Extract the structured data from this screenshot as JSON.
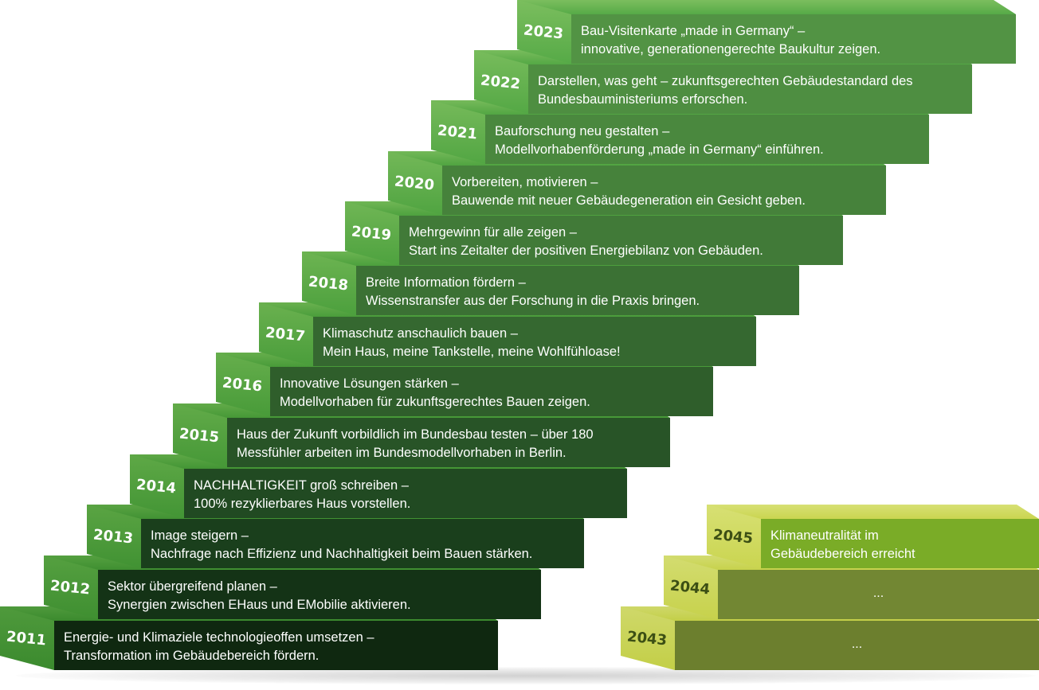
{
  "steps": [
    {
      "year": "2011",
      "line1": "Energie- und Klimaziele technologieoffen umsetzen –",
      "line2": "Transformation im Gebäudebereich fördern.",
      "colors": {
        "front": "#0f2810",
        "top": "#4f9a3c",
        "cap": "#3b8a2e"
      }
    },
    {
      "year": "2012",
      "line1": "Sektor übergreifend planen –",
      "line2": "Synergien zwischen EHaus und EMobilie aktivieren.",
      "colors": {
        "front": "#143316",
        "top": "#55a040",
        "cap": "#3f8f31"
      }
    },
    {
      "year": "2013",
      "line1": "Image steigern –",
      "line2": "Nachfrage nach Effizienz und Nachhaltigkeit beim Bauen stärken.",
      "colors": {
        "front": "#1a3f1c",
        "top": "#5aa443",
        "cap": "#419233"
      }
    },
    {
      "year": "2014",
      "line1": "NACHHALTIGKEIT groß schreiben –",
      "line2": "100% rezyklierbares Haus vorstellen.",
      "colors": {
        "front": "#214a22",
        "top": "#5ea846",
        "cap": "#439535"
      }
    },
    {
      "year": "2015",
      "line1": "Haus der Zukunft vorbildlich im Bundesbau testen – über 180",
      "line2": "Messfühler arbeiten im Bundesmodellvorhaben in Berlin.",
      "colors": {
        "front": "#285427",
        "top": "#62ab49",
        "cap": "#469837"
      }
    },
    {
      "year": "2016",
      "line1": "Innovative Lösungen stärken –",
      "line2": "Modellvorhaben für zukunftsgerechtes Bauen zeigen.",
      "colors": {
        "front": "#2f5e2b",
        "top": "#66ae4c",
        "cap": "#489b39"
      }
    },
    {
      "year": "2017",
      "line1": "Klimaschutz anschaulich bauen –",
      "line2": "Mein Haus, meine Tankstelle, meine Wohlfühloase!",
      "colors": {
        "front": "#356830",
        "top": "#6ab14f",
        "cap": "#4a9d3b"
      }
    },
    {
      "year": "2018",
      "line1": "Breite Information fördern –",
      "line2": "Wissenstransfer aus der Forschung in die Praxis bringen.",
      "colors": {
        "front": "#3b7134",
        "top": "#6db452",
        "cap": "#4ca03d"
      }
    },
    {
      "year": "2019",
      "line1": "Mehrgewinn für alle zeigen –",
      "line2": "Start ins Zeitalter der positiven Energiebilanz von Gebäuden.",
      "colors": {
        "front": "#417a38",
        "top": "#70b655",
        "cap": "#4ea23f"
      }
    },
    {
      "year": "2020",
      "line1": "Vorbereiten, motivieren –",
      "line2": "Bauwende mit neuer Gebäudegeneration ein Gesicht geben.",
      "colors": {
        "front": "#46823b",
        "top": "#73b858",
        "cap": "#50a441"
      }
    },
    {
      "year": "2021",
      "line1": "Bauforschung neu gestalten –",
      "line2": "Modellvorhabenförderung „made in Germany“ einführen.",
      "colors": {
        "front": "#4a883e",
        "top": "#76ba5a",
        "cap": "#52a643"
      }
    },
    {
      "year": "2022",
      "line1": "Darstellen, was geht – zukunftsgerechten Gebäudestandard des",
      "line2": "Bundesbauministeriums erforschen.",
      "colors": {
        "front": "#4e8e41",
        "top": "#78bc5c",
        "cap": "#54a845"
      }
    },
    {
      "year": "2023",
      "line1": "Bau-Visitenkarte „made in Germany“ –",
      "line2": "innovative, generationengerechte Baukultur zeigen.",
      "colors": {
        "front": "#529344",
        "top": "#7bbe5e",
        "cap": "#56aa47"
      }
    }
  ],
  "future_steps": [
    {
      "year": "2043",
      "text": "...",
      "colors": {
        "front": "#6c7f2e",
        "top": "#cfd86a",
        "cap": "#c3cf47"
      }
    },
    {
      "year": "2044",
      "text": "...",
      "colors": {
        "front": "#728733",
        "top": "#d3dc70",
        "cap": "#c7d24c"
      }
    },
    {
      "year": "2045",
      "line1": "Klimaneutralität im",
      "line2": "Gebäudebereich erreicht",
      "colors": {
        "front": "#7aac27",
        "top": "#d7e074",
        "cap": "#cad550"
      }
    }
  ]
}
